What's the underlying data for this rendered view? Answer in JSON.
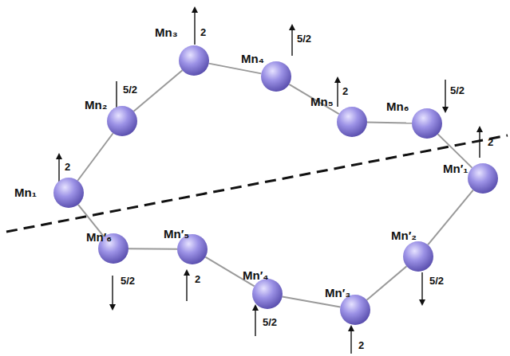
{
  "diagram": {
    "nodes": [
      {
        "text": [
          "Mn₁",
          "2"
        ]
      },
      {
        "text": [
          "Mn₂",
          "5/2"
        ]
      },
      {
        "text": [
          "Mn₃",
          "2"
        ]
      },
      {
        "text": [
          "Mn₄",
          "5/2"
        ]
      },
      {
        "text": [
          "Mn₅",
          "2"
        ]
      },
      {
        "text": [
          "Mn₆",
          "5/2"
        ]
      },
      {
        "text": [
          "Mn′₁",
          "2"
        ]
      },
      {
        "text": [
          "Mn′₂",
          "5/2"
        ]
      },
      {
        "text": [
          "Mn′₃",
          "2"
        ]
      },
      {
        "text": [
          "Mn′₄",
          "5/2"
        ]
      },
      {
        "text": [
          "Mn′₅",
          "2"
        ]
      },
      {
        "text": [
          "Mn′₆",
          "5/2"
        ]
      }
    ],
    "edges": [
      {
        "from": 0,
        "to": 1,
        "arrow": "none"
      },
      {
        "from": 1,
        "to": 2,
        "arrow": "none"
      },
      {
        "from": 2,
        "to": 3,
        "arrow": "none"
      },
      {
        "from": 3,
        "to": 4,
        "arrow": "none"
      },
      {
        "from": 4,
        "to": 5,
        "arrow": "none"
      },
      {
        "from": 5,
        "to": 6,
        "arrow": "none"
      },
      {
        "from": 6,
        "to": 7,
        "arrow": "none"
      },
      {
        "from": 7,
        "to": 8,
        "arrow": "none"
      },
      {
        "from": 8,
        "to": 9,
        "arrow": "none"
      },
      {
        "from": 9,
        "to": 10,
        "arrow": "none"
      },
      {
        "from": 10,
        "to": 11,
        "arrow": "none"
      },
      {
        "from": 11,
        "to": 0,
        "arrow": "none"
      }
    ]
  }
}
